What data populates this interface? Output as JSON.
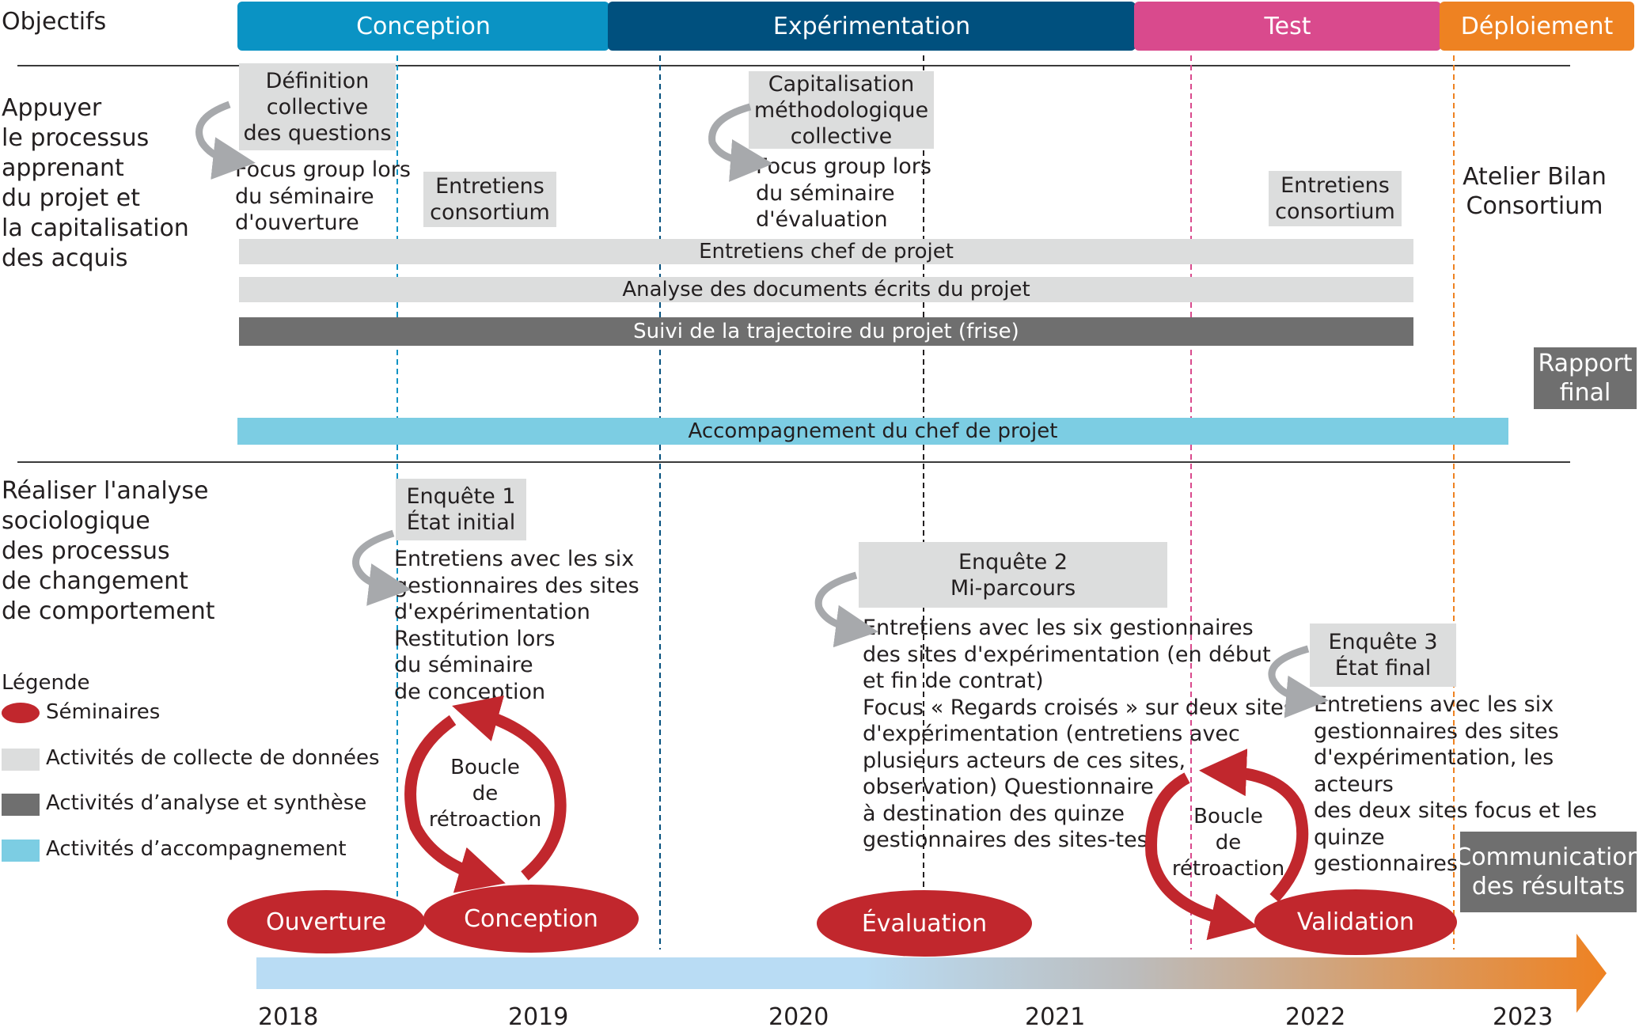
{
  "header": {
    "objectives_label": "Objectifs",
    "phases": [
      {
        "label": "Conception",
        "color": "#0a93c4"
      },
      {
        "label": "Expérimentation",
        "color": "#00507e"
      },
      {
        "label": "Test",
        "color": "#d94a8d"
      },
      {
        "label": "Déploiement",
        "color": "#ee8222"
      }
    ]
  },
  "objectives": {
    "obj1": "Appuyer\nle processus\napprenant\ndu projet et\nla capitalisation\ndes acquis",
    "obj2": "Réaliser l'analyse\nsociologique\ndes processus\nde changement\nde comportement"
  },
  "section1": {
    "def_box": "Définition\ncollective\ndes questions",
    "focus1": "Focus group lors\ndu séminaire\nd'ouverture",
    "entretiens1": "Entretiens\nconsortium",
    "capital_box": "Capitalisation\nméthodologique\ncollective",
    "focus2": "Focus group lors\ndu séminaire\nd'évaluation",
    "entretiens2": "Entretiens\nconsortium",
    "atelier": "Atelier Bilan\nConsortium",
    "bar_chef": "Entretiens chef de projet",
    "bar_analyse": "Analyse des documents écrits du projet",
    "bar_suivi": "Suivi de la trajectoire du projet (frise)",
    "rapport": "Rapport\nfinal",
    "bar_accomp": "Accompagnement du chef de projet"
  },
  "section2": {
    "enq1_box": "Enquête 1\nÉtat initial",
    "enq1_text": "Entretiens avec les six\ngestionnaires des sites\nd'expérimentation\nRestitution lors\ndu séminaire\nde conception",
    "enq2_box": "Enquête 2\nMi-parcours",
    "enq2_text": "Entretiens avec les six gestionnaires\ndes sites d'expérimentation (en début\net fin de contrat)\nFocus « Regards croisés » sur deux sites\nd'expérimentation (entretiens avec\nplusieurs acteurs  de ces sites,\nobservation) Questionnaire\nà destination des quinze\ngestionnaires des sites-test",
    "enq3_box": "Enquête 3\nÉtat final",
    "enq3_text": "Entretiens avec les six\ngestionnaires des sites\nd'expérimentation, les acteurs\ndes deux sites focus et les quinze\ngestionnaires des sites-test",
    "loop1": "Boucle\nde\nrétroaction",
    "loop2": "Boucle\nde\nrétroaction",
    "communication": "Communication\ndes résultats"
  },
  "seminars": [
    "Ouverture",
    "Conception",
    "Évaluation",
    "Validation"
  ],
  "legend": {
    "title": "Légende",
    "items": [
      {
        "label": "Séminaires",
        "color": "#c1272d"
      },
      {
        "label": "Activités de collecte de données",
        "color": "#dcdddd"
      },
      {
        "label": "Activités d’analyse et synthèse",
        "color": "#6f6f6f"
      },
      {
        "label": "Activités d’accompagnement",
        "color": "#7ccde3"
      }
    ]
  },
  "timeline": {
    "years": [
      "2018",
      "2019",
      "2020",
      "2021",
      "2022",
      "2023"
    ],
    "gradient_start": "#b9dcf4",
    "gradient_mid": "#bcbcbc",
    "gradient_end": "#ee8222"
  }
}
